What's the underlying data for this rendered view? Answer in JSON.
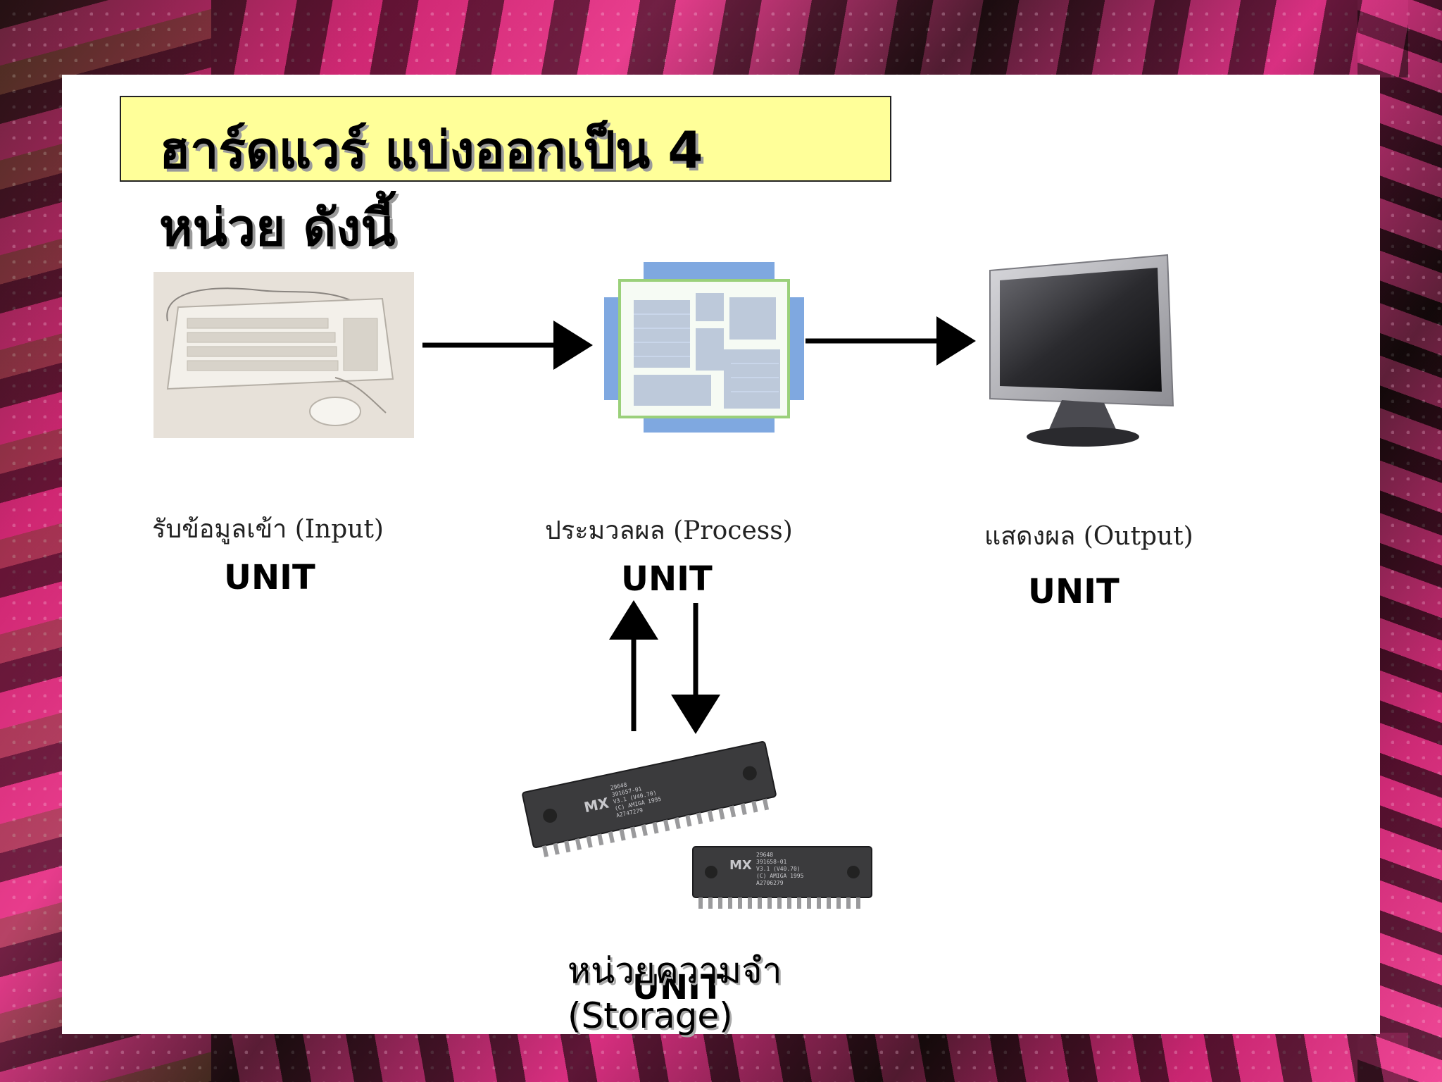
{
  "title": {
    "line1": "ฮาร์ดแวร์ แบ่งออกเป็น 4",
    "line2": "หน่วย ดังนี้"
  },
  "units": {
    "input": {
      "label": "รับข้อมูลเข้า (Input)",
      "unit": "UNIT",
      "icon": "keyboard-mouse-icon"
    },
    "process": {
      "label": "ประมวลผล (Process)",
      "unit": "UNIT",
      "icon": "cpu-chip-icon"
    },
    "output": {
      "label": "แสดงผล (Output)",
      "unit": "UNIT",
      "icon": "monitor-icon"
    },
    "storage": {
      "label_line1": "หน่วยความจำ",
      "label_line2": "(Storage)",
      "unit": "UNIT",
      "icon": "memory-chips-icon"
    }
  },
  "chips": {
    "chip1": {
      "brand": "MX",
      "lines": [
        "29648",
        "391657-01",
        "V3.1 (V40.70)",
        "(C) AMIGA 1995",
        "A2747279"
      ]
    },
    "chip2": {
      "brand": "MX",
      "lines": [
        "29648",
        "391658-01",
        "V3.1 (V40.70)",
        "(C) AMIGA 1995",
        "A2706279"
      ]
    }
  },
  "colors": {
    "title_bg": "#ffff99",
    "accent": "#e83c8c"
  }
}
